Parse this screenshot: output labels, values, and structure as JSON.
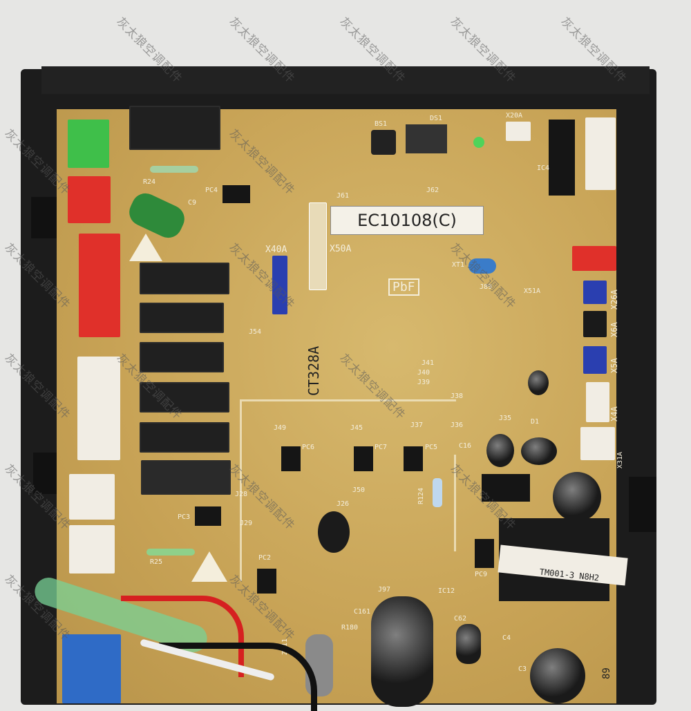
{
  "watermark": "灰太狼空调配件",
  "board": {
    "model_label": "EC10108(C)",
    "part_code": "CT328A",
    "pbf_mark": "PbF",
    "silkscreen": {
      "x40a": "X40A",
      "x50a": "X50A",
      "x20a": "X20A",
      "x26a": "X26A",
      "x6a": "X6A",
      "x5a": "X5A",
      "x4a": "X4A",
      "x31a": "X31A",
      "x51a": "X51A",
      "pc4": "PC4",
      "pc6": "PC6",
      "pc7": "PC7",
      "pc5": "PC5",
      "pc3": "PC3",
      "pc2": "PC2",
      "pc9": "PC9",
      "ic4": "IC4",
      "ic12": "IC12",
      "bs1": "BS1",
      "ds1": "DS1",
      "xt1": "XT1",
      "j61": "J61",
      "j62": "J62",
      "j89": "J89",
      "j49": "J49",
      "j45": "J45",
      "j37": "J37",
      "j38": "J38",
      "j39": "J39",
      "j40": "J40",
      "j41": "J41",
      "j35": "J35",
      "j36": "J36",
      "j26": "J26",
      "j28": "J28",
      "j29": "J29",
      "j97": "J97",
      "j54": "J54",
      "j50": "J50",
      "r124": "R124",
      "r180": "R180",
      "c16": "C16",
      "c62": "C62",
      "c161": "C161",
      "c4": "C4",
      "c3": "C3",
      "d1": "D1",
      "zd11": "ZD11",
      "r25": "R25",
      "r24": "R24",
      "c9": "C9",
      "transformer": "TM001-3 N8H2",
      "corner": "89"
    }
  },
  "colors": {
    "board": "#c9a85c",
    "frame": "#1c1c1c",
    "green_connector": "#3fbf4a",
    "red_connector": "#e0302a",
    "blue_connector": "#2a3fb0",
    "white_connector": "#f1ede4"
  }
}
